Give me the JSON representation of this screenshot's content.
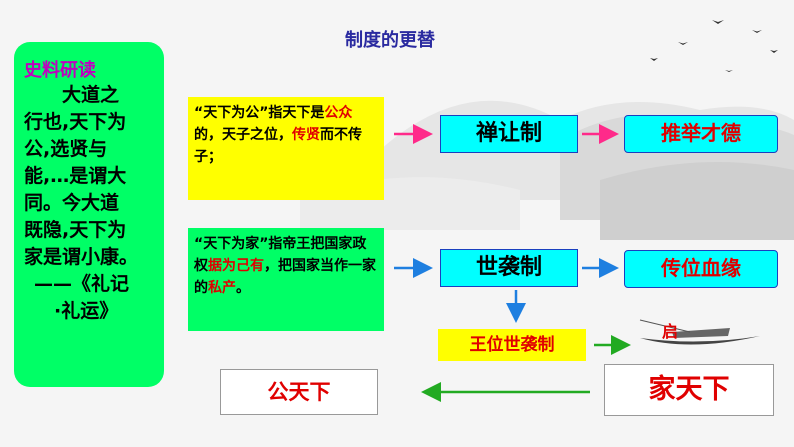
{
  "title": "制度的更替",
  "source": {
    "heading": "史料研读",
    "lines": [
      "大道之",
      "行也,天下为",
      "公,选贤与",
      "能,…是谓大",
      "同。今大道",
      "既隐,天下为",
      "家是谓小康。",
      "——《礼记",
      "·礼运》"
    ]
  },
  "box1": {
    "p1": "“天下为公”指天下是",
    "r1": "公众",
    "p2": "的，天子之位，",
    "r2": "传贤",
    "p3": "而不传子；"
  },
  "box2": {
    "p1": "“天下为家”指帝王把国家政权",
    "r1": "据为己有",
    "p2": "，把国家当作一家的",
    "r2": "私产",
    "p3": "。"
  },
  "nodes": {
    "chanrang": "禅让制",
    "tuiju": "推举才德",
    "shixi": "世袭制",
    "chuanwei": "传位血缘",
    "wangwei": "王位世袭制",
    "qi": "启",
    "gongtianxia": "公天下",
    "jiatianxia": "家天下"
  },
  "colors": {
    "arrow_pink": "#ff2a8a",
    "arrow_blue": "#1e7fe0",
    "arrow_green": "#22aa22"
  }
}
